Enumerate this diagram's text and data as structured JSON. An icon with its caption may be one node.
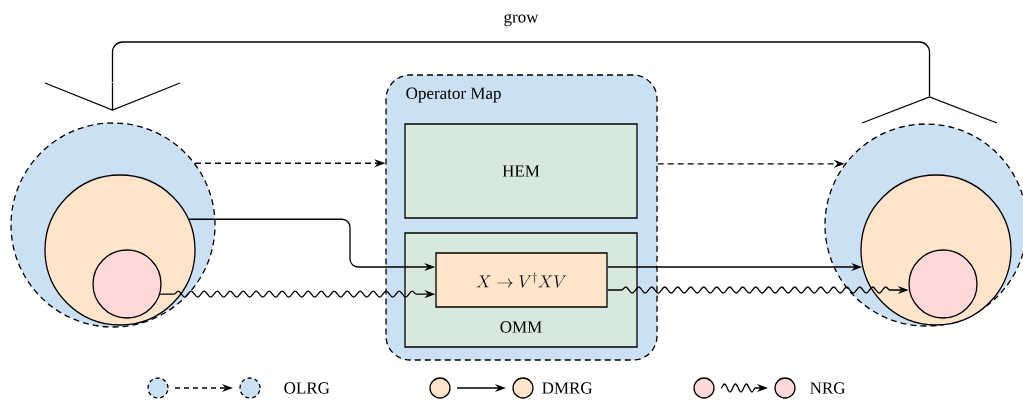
{
  "diagram": {
    "nodes": [
      {
        "text": [],
        "shape": "circle"
      },
      {
        "text": [],
        "shape": "circle",
        "in": 0
      },
      {
        "text": [],
        "shape": "circle",
        "in": 1
      },
      {
        "text": [
          "Operator Map"
        ]
      },
      {
        "text": [
          "HEM"
        ],
        "in": 3
      },
      {
        "text": [
          "OMM"
        ],
        "in": 3
      },
      {
        "text": [
          "X \\to V^{\\dagger} X V"
        ],
        "in": 5
      },
      {
        "text": [],
        "shape": "circle"
      },
      {
        "text": [],
        "shape": "circle",
        "in": 7
      },
      {
        "text": [],
        "shape": "circle",
        "in": 8
      },
      {
        "text": [],
        "shape": "picture"
      },
      {
        "text": [],
        "shape": "picture"
      }
    ],
    "edges": [
      {
        "from": 0,
        "to": 3,
        "arrow": "to",
        "style": "dashed"
      },
      {
        "from": 3,
        "to": 7,
        "arrow": "to",
        "style": "dashed"
      },
      {
        "from": 1,
        "to": 6,
        "arrow": "to"
      },
      {
        "from": 6,
        "to": 8,
        "arrow": "to"
      },
      {
        "from": 2,
        "to": 6,
        "arrow": "to"
      },
      {
        "from": 6,
        "to": 9,
        "arrow": "to"
      },
      {
        "from": 10,
        "to": 11,
        "arrow": "none",
        "label": "grow"
      }
    ],
    "legend": [
      {
        "text": "OLRG"
      },
      {
        "text": "DMRG"
      },
      {
        "text": "NRG"
      }
    ]
  }
}
